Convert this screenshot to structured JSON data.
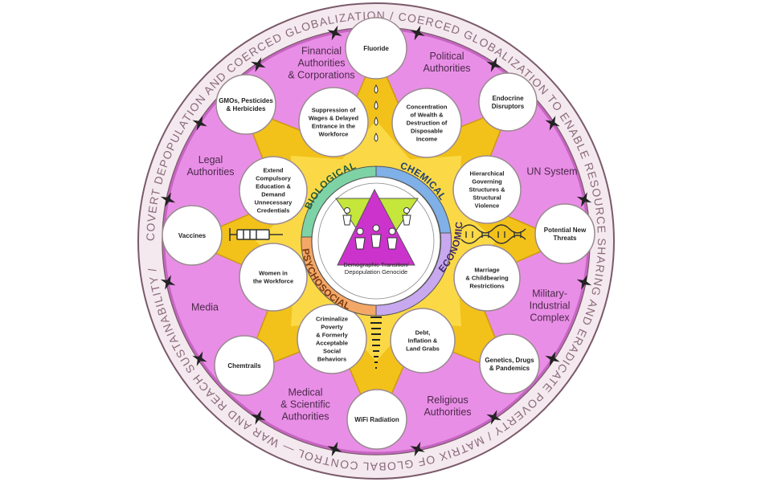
{
  "colors": {
    "background": "#ffffff",
    "ring_outer": "#f4e9ee",
    "ring_stroke": "#7a5a6a",
    "pink_disk": "#e98ee6",
    "pink_edge": "#c665c2",
    "gold": "#f2c21a",
    "gold_light": "#ffe25a",
    "node_fill": "#ffffff",
    "node_stroke": "#9a8a90",
    "text_dark": "#222222",
    "text_label": "#4a2a4a",
    "ring_text": "#8a6a7a",
    "quad_bio": "#7ed3a6",
    "quad_chem": "#7fb0e8",
    "quad_econ": "#c8a8ef",
    "quad_psycho": "#f4a868",
    "tri_green": "#c5e63a",
    "tri_magenta": "#cc33cc"
  },
  "outer_ring_text": "COVERT DEPOPULATION AND COERCED GLOBALIZATION / COERCED GLOBALIZATION TO ENABLE RESOURCE SHARING AND ERADICATE POVERTY / MATRIX OF GLOBAL CONTROL — WAR AND REACH SUSTAINABILITY / ",
  "sector_labels": {
    "financial": [
      "Financial",
      "Authorities",
      "& Corporations"
    ],
    "political": [
      "Political",
      "Authorities"
    ],
    "un": [
      "UN System"
    ],
    "military": [
      "Military-",
      "Industrial",
      "Complex"
    ],
    "religious": [
      "Religious",
      "Authorities"
    ],
    "medical": [
      "Medical",
      "& Scientific",
      "Authorities"
    ],
    "media": [
      "Media"
    ],
    "legal": [
      "Legal",
      "Authorities"
    ]
  },
  "outer_nodes": {
    "fluoride": [
      "Fluoride"
    ],
    "endocrine": [
      "Endocrine",
      "Disruptors"
    ],
    "threats": [
      "Potential New",
      "Threats"
    ],
    "genetics": [
      "Genetics, Drugs",
      "& Pandemics"
    ],
    "wifi": [
      "WiFi Radiation"
    ],
    "chemtrails": [
      "Chemtrails"
    ],
    "vaccines": [
      "Vaccines"
    ],
    "gmos": [
      "GMOs, Pesticides",
      "& Herbicides"
    ]
  },
  "inner_nodes": {
    "wages": [
      "Suppression of",
      "Wages & Delayed",
      "Entrance in the",
      "Workforce"
    ],
    "wealth": [
      "Concentration",
      "of Wealth &",
      "Destruction of",
      "Disposable",
      "Income"
    ],
    "hierarchy": [
      "Hierarchical",
      "Governing",
      "Structures &",
      "Structural",
      "Violence"
    ],
    "marriage": [
      "Marriage",
      "& Childbearing",
      "Restrictions"
    ],
    "debt": [
      "Debt,",
      "Inflation &",
      "Land Grabs"
    ],
    "poverty": [
      "Criminalize",
      "Poverty",
      "& Formerly",
      "Acceptable",
      "Social",
      "Behaviors"
    ],
    "women": [
      "Women in",
      "the Workforce"
    ],
    "education": [
      "Extend",
      "Compulsory",
      "Education &",
      "Demand",
      "Unnecessary",
      "Credentials"
    ]
  },
  "quadrants": {
    "biological": "BIOLOGICAL",
    "chemical": "CHEMICAL",
    "economic": "ECONOMIC",
    "psychosocial": "PSYCHOSOCIAL"
  },
  "center_text": [
    "Demographic Transition/",
    "Depopulation Genocide"
  ]
}
